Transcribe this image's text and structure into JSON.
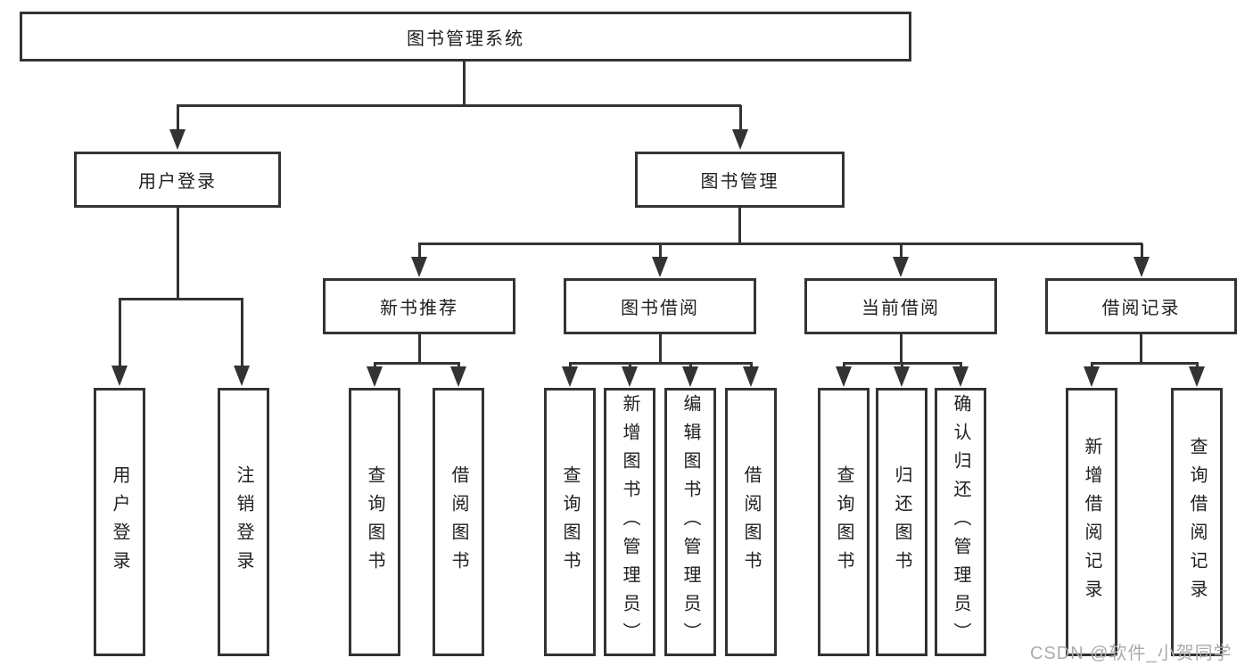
{
  "diagram": {
    "root": {
      "label": "图书管理系统"
    },
    "branches": [
      {
        "label": "用户登录",
        "children": [
          {
            "label": "用户登录"
          },
          {
            "label": "注销登录"
          }
        ]
      },
      {
        "label": "图书管理",
        "children": [
          {
            "label": "新书推荐",
            "children": [
              {
                "label": "查询图书"
              },
              {
                "label": "借阅图书"
              }
            ]
          },
          {
            "label": "图书借阅",
            "children": [
              {
                "label": "查询图书"
              },
              {
                "label": "新增图书（管理员）"
              },
              {
                "label": "编辑图书（管理员）"
              },
              {
                "label": "借阅图书"
              }
            ]
          },
          {
            "label": "当前借阅",
            "children": [
              {
                "label": "查询图书"
              },
              {
                "label": "归还图书"
              },
              {
                "label": "确认归还（管理员）"
              }
            ]
          },
          {
            "label": "借阅记录",
            "children": [
              {
                "label": "新增借阅记录"
              },
              {
                "label": "查询借阅记录"
              }
            ]
          }
        ]
      }
    ]
  },
  "watermark": {
    "text": "CSDN @软件_小贺同学"
  },
  "colors": {
    "line": "#333333",
    "box_border": "#333333",
    "text": "#1f1f1f",
    "watermark": "#ababab",
    "background": "#ffffff"
  }
}
